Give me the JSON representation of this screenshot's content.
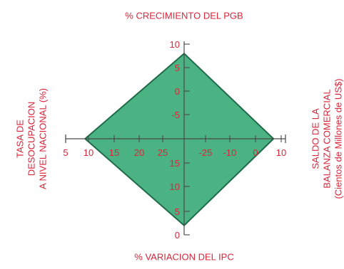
{
  "chart_data": {
    "type": "radar",
    "title": "",
    "colors": {
      "fill": "#3bab78",
      "stroke": "#1f6b49",
      "axis": "#4a4a4a",
      "text": "#d8263a"
    },
    "axes": [
      {
        "name": "top",
        "label": [
          "% CRECIMIENTO DEL PGB"
        ],
        "ticks": [
          "10",
          "5",
          "0",
          "-5"
        ],
        "value": 8
      },
      {
        "name": "right",
        "label": [
          "SALDO DE LA",
          "BALANZA COMERCIAL",
          "(Cientos de Millones de US$)"
        ],
        "ticks": [
          "-25",
          "-10",
          "0",
          "10"
        ],
        "value": 7
      },
      {
        "name": "bottom",
        "label": [
          "% VARIACION DEL IPC"
        ],
        "ticks": [
          "15",
          "10",
          "5",
          "0"
        ],
        "value": 2
      },
      {
        "name": "left",
        "label": [
          "TASA DE",
          "DESOCUPACION",
          "A NIVEL NACIONAL (%)"
        ],
        "ticks": [
          "5",
          "10",
          "15",
          "20",
          "25"
        ],
        "value": 9
      }
    ]
  }
}
